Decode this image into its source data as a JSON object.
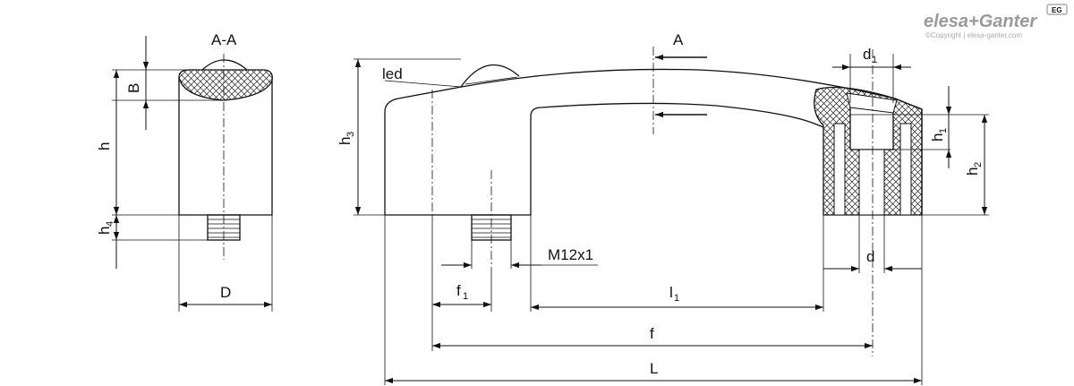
{
  "logo": {
    "brand": "elesa+Ganter",
    "badge": "EG",
    "copyright": "©Copyright | elesa-ganter.com"
  },
  "section_view": {
    "title": "A-A",
    "dims": {
      "B": "B",
      "h": "h",
      "h4_main": "h",
      "h4_sub": "4",
      "D": "D"
    }
  },
  "main_view": {
    "arrow_label": "A",
    "led_label": "led",
    "thread_label": "M12x1",
    "dims": {
      "h3_main": "h",
      "h3_sub": "3",
      "d1_main": "d",
      "d1_sub": "1",
      "h1_main": "h",
      "h1_sub": "1",
      "h2_main": "h",
      "h2_sub": "2",
      "d": "d",
      "f1_main": "f",
      "f1_sub": "1",
      "l1_main": "l",
      "l1_sub": "1",
      "f": "f",
      "L": "L"
    }
  },
  "colors": {
    "stroke": "#111111",
    "logo": "#9a9a9a"
  }
}
